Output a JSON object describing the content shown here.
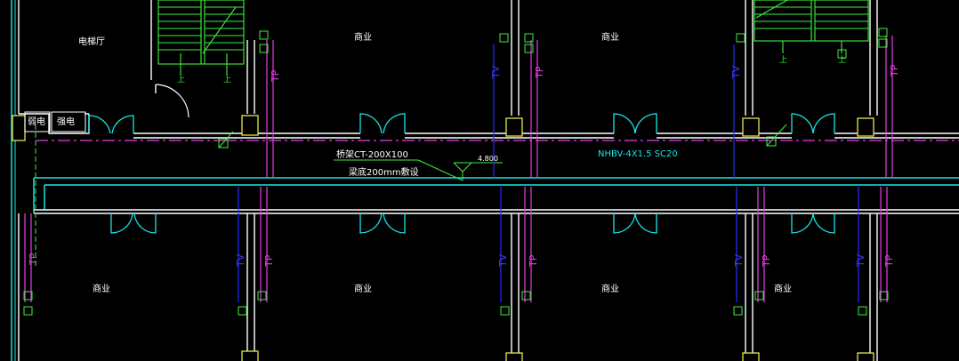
{
  "rooms": {
    "elevator_hall": "电梯厅",
    "shop": "商业"
  },
  "small_rooms": {
    "weak_power": "弱电",
    "strong_power": "强电"
  },
  "tags": {
    "tp": "TP",
    "tv": "TV"
  },
  "annotations": {
    "tray": "桥架CT-200X100",
    "tray_note": "梁底200mm敷设",
    "elevation": "4.800",
    "cable": "NHBV-4X1.5  SC20"
  },
  "stair_label": "上",
  "colors": {
    "walls": "#ffffff",
    "doors_corridor": "#18e6e6",
    "stairs": "#3df23d",
    "tp_lines": "#e83ce8",
    "tv_lines": "#2a2aff",
    "columns": "#e8e84a"
  }
}
